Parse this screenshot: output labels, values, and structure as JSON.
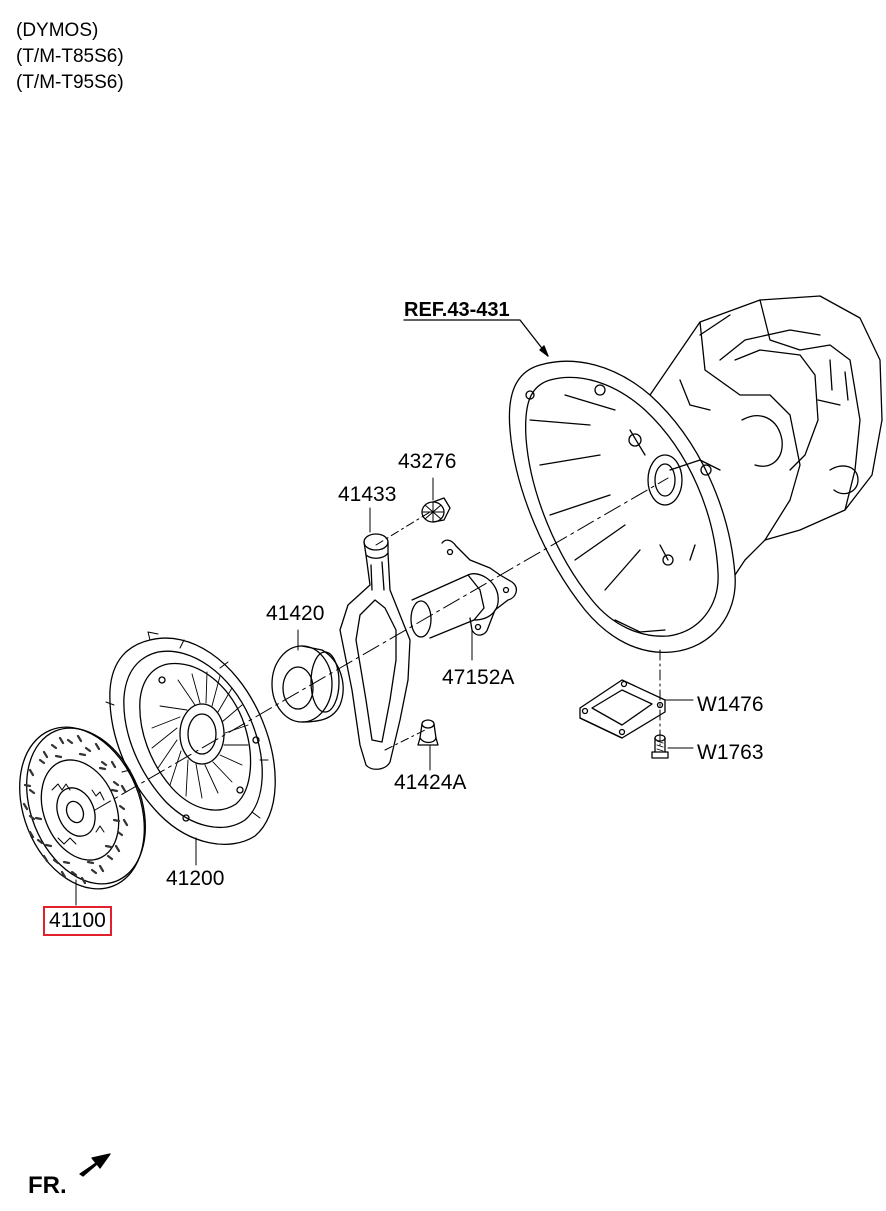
{
  "header": {
    "lines": [
      "(DYMOS)",
      "(T/M-T85S6)",
      "(T/M-T95S6)"
    ]
  },
  "labels": {
    "ref": "REF.43-431",
    "p43276": "43276",
    "p41433": "41433",
    "p41420": "41420",
    "p47152a": "47152A",
    "pw1476": "W1476",
    "pw1763": "W1763",
    "p41424a": "41424A",
    "p41200": "41200",
    "p41100": "41100"
  },
  "highlighted_part": "41100",
  "highlight_color": "#e0202a",
  "direction": {
    "label": "FR."
  }
}
